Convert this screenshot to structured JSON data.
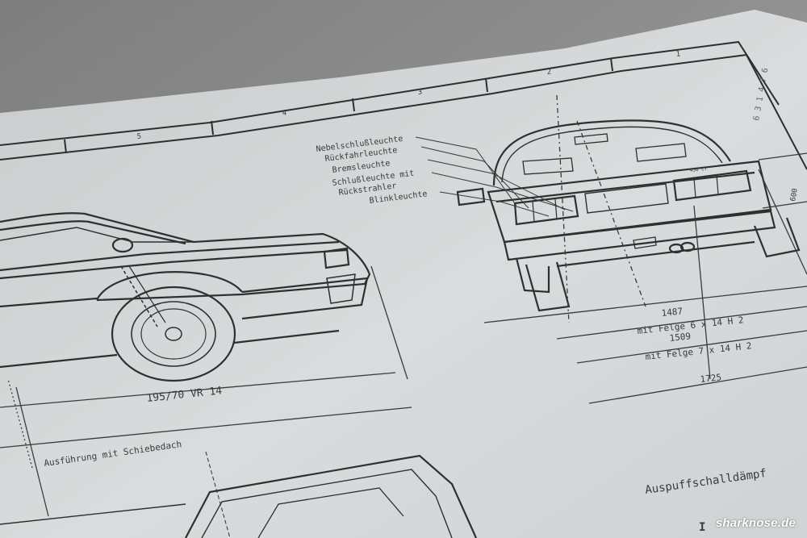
{
  "photo": {
    "subject": "blueprint-on-paper",
    "colors": {
      "background": "#8f8f8f",
      "paper": "#d9dcdc",
      "ink": "#3a3a3a"
    }
  },
  "border": {
    "zone_numbers": [
      "5",
      "4",
      "3",
      "2",
      "1"
    ]
  },
  "rear_view": {
    "light_labels": [
      "Nebelschlußleuchte",
      "Rückfahrleuchte",
      "Bremsleuchte",
      "Schlußleuchte mit",
      "Rückstrahler",
      "Blinkleuchte"
    ],
    "badge": "450 CT",
    "height_dim": "600",
    "track_front": "1487",
    "rim_front": "mit Felge 6 x 14 H 2",
    "track_rear": "1509",
    "rim_rear": "mit Felge 7 x 14 H 2",
    "overall_width": "1725"
  },
  "side_view": {
    "tire_size": "195/70 VR 14"
  },
  "lower_view": {
    "caption": "Ausführung mit Schiebedach"
  },
  "corner_text": {
    "part": "Auspuffschalldämpf",
    "roman": "I"
  },
  "stamp": "6 3 1 4 7 6",
  "watermark": "sharknose.de"
}
